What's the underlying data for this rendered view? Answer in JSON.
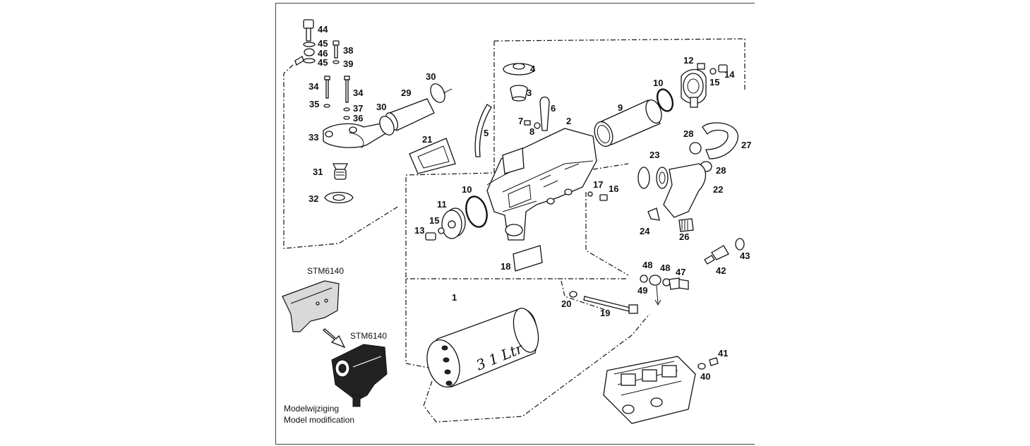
{
  "callouts": [
    {
      "id": "n44",
      "text": "44"
    },
    {
      "id": "n45a",
      "text": "45"
    },
    {
      "id": "n46",
      "text": "46"
    },
    {
      "id": "n45b",
      "text": "45"
    },
    {
      "id": "n38",
      "text": "38"
    },
    {
      "id": "n39",
      "text": "39"
    },
    {
      "id": "n34a",
      "text": "34"
    },
    {
      "id": "n34b",
      "text": "34"
    },
    {
      "id": "n35",
      "text": "35"
    },
    {
      "id": "n37",
      "text": "37"
    },
    {
      "id": "n36",
      "text": "36"
    },
    {
      "id": "n33",
      "text": "33"
    },
    {
      "id": "n31",
      "text": "31"
    },
    {
      "id": "n32",
      "text": "32"
    },
    {
      "id": "n30a",
      "text": "30"
    },
    {
      "id": "n29",
      "text": "29"
    },
    {
      "id": "n30b",
      "text": "30"
    },
    {
      "id": "n21",
      "text": "21"
    },
    {
      "id": "n5",
      "text": "5"
    },
    {
      "id": "n4",
      "text": "4"
    },
    {
      "id": "n3",
      "text": "3"
    },
    {
      "id": "n6",
      "text": "6"
    },
    {
      "id": "n7",
      "text": "7"
    },
    {
      "id": "n8",
      "text": "8"
    },
    {
      "id": "n2",
      "text": "2"
    },
    {
      "id": "n9",
      "text": "9"
    },
    {
      "id": "n10a",
      "text": "10"
    },
    {
      "id": "n12",
      "text": "12"
    },
    {
      "id": "n14",
      "text": "14"
    },
    {
      "id": "n15a",
      "text": "15"
    },
    {
      "id": "n28a",
      "text": "28"
    },
    {
      "id": "n27",
      "text": "27"
    },
    {
      "id": "n28b",
      "text": "28"
    },
    {
      "id": "n23",
      "text": "23"
    },
    {
      "id": "n22",
      "text": "22"
    },
    {
      "id": "n17",
      "text": "17"
    },
    {
      "id": "n16",
      "text": "16"
    },
    {
      "id": "n10b",
      "text": "10"
    },
    {
      "id": "n11",
      "text": "11"
    },
    {
      "id": "n15b",
      "text": "15"
    },
    {
      "id": "n13",
      "text": "13"
    },
    {
      "id": "n24",
      "text": "24"
    },
    {
      "id": "n26",
      "text": "26"
    },
    {
      "id": "n18",
      "text": "18"
    },
    {
      "id": "n42",
      "text": "42"
    },
    {
      "id": "n43",
      "text": "43"
    },
    {
      "id": "n48a",
      "text": "48"
    },
    {
      "id": "n48b",
      "text": "48"
    },
    {
      "id": "n47",
      "text": "47"
    },
    {
      "id": "n49",
      "text": "49"
    },
    {
      "id": "n1",
      "text": "1"
    },
    {
      "id": "n20",
      "text": "20"
    },
    {
      "id": "n19",
      "text": "19"
    },
    {
      "id": "n41",
      "text": "41"
    },
    {
      "id": "n40",
      "text": "40"
    }
  ],
  "labels": {
    "model_code_1": "STM6140",
    "model_code_2": "STM6140",
    "tank_inscription": "3 1 Ltr",
    "caption_nl": "Modelwijziging",
    "caption_en": "Model modification"
  }
}
